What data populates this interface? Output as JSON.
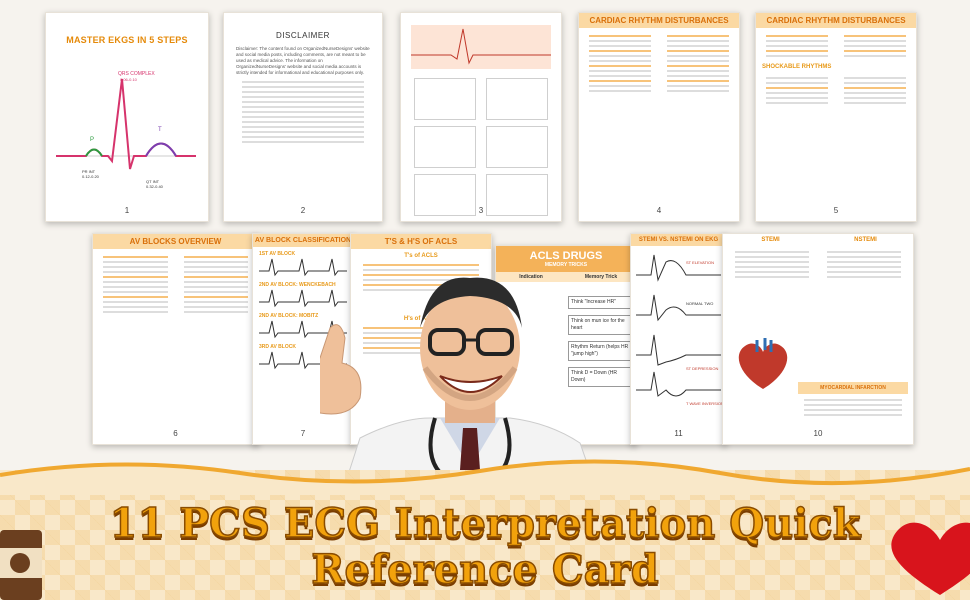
{
  "cards_top": [
    {
      "num": "1",
      "title": "MASTER EKGS IN 5 STEPS",
      "labels": [
        "QRS COMPLEX",
        "0.06-0.10",
        "T",
        "P",
        "PR INT",
        "0.12-0.20",
        "QT INT",
        "0.32-0.40"
      ]
    },
    {
      "num": "2",
      "title": "DISCLAIMER",
      "text": "Disclaimer: The content found on OrganizedNurseDesigns' website and social media posts, including comments, are not meant to be used as medical advice. The information on OrganizedNurseDesigns' website and social media accounts is strictly intended for informational and educational purposes only."
    },
    {
      "num": "3",
      "title": ""
    },
    {
      "num": "4",
      "title": "CARDIAC RHYTHM DISTURBANCES"
    },
    {
      "num": "5",
      "title": "CARDIAC RHYTHM DISTURBANCES",
      "sub": "SHOCKABLE RHYTHMS"
    }
  ],
  "cards_bottom": [
    {
      "num": "6",
      "title": "AV BLOCKS OVERVIEW"
    },
    {
      "num": "7",
      "title": "AV BLOCK CLASSIFICATION",
      "labels": [
        "1ST AV BLOCK",
        "2ND AV BLOCK: WENCKEBACH",
        "2ND AV BLOCK: MOBITZ",
        "3RD AV BLOCK"
      ]
    },
    {
      "num": "",
      "title": "T'S & H'S OF ACLS",
      "subs": [
        "T's of ACLS",
        "H's of ACLS"
      ]
    },
    {
      "num": "",
      "title": "ACLS DRUGS",
      "sub": "MEMORY TRICKS",
      "cols": [
        "Indication",
        "Memory Trick"
      ],
      "tricks": [
        "Think \"Increase HR\"",
        "Think on mun ice for the heart",
        "Rhythm Return (helps HR \"jump high\")",
        "Think D = Down (HR Down)"
      ]
    },
    {
      "num": "11",
      "title": "STEMI VS. NSTEMI ON EKG",
      "labels": [
        "ST ELEVATION",
        "NORMAL TWO",
        "ST DEPRESSION",
        "T WAVE INVERSION"
      ]
    },
    {
      "num": "10",
      "title": "STEMI",
      "title2": "NSTEMI",
      "sub": "MYOCARDIAL INFARCTION"
    }
  ],
  "headline": {
    "line1": "11 PCS ECG Interpretation Quick",
    "line2": "Reference Card"
  },
  "colors": {
    "accent": "#f2a20c",
    "outline": "#8a4c00",
    "card_header": "#fbd9a3"
  }
}
